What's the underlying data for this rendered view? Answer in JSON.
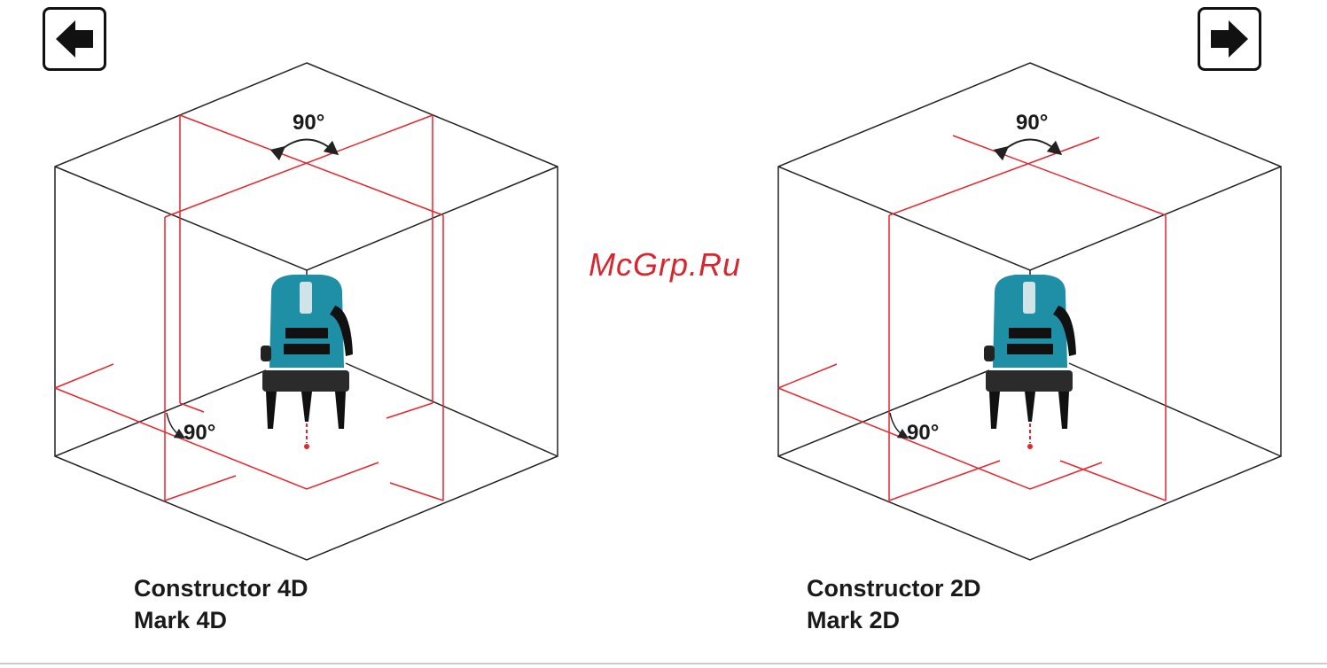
{
  "nav": {
    "prev": "arrow-left-icon",
    "next": "arrow-right-icon"
  },
  "watermark": "McGrp.Ru",
  "diagrams": [
    {
      "angle_top": "90°",
      "angle_floor": "90°",
      "caption_line1": "Constructor 4D",
      "caption_line2": "Mark 4D"
    },
    {
      "angle_top": "90°",
      "angle_floor": "90°",
      "caption_line1": "Constructor 2D",
      "caption_line2": "Mark 2D"
    }
  ],
  "colors": {
    "laser": "#e8242c",
    "device": "#1f8fa6"
  }
}
